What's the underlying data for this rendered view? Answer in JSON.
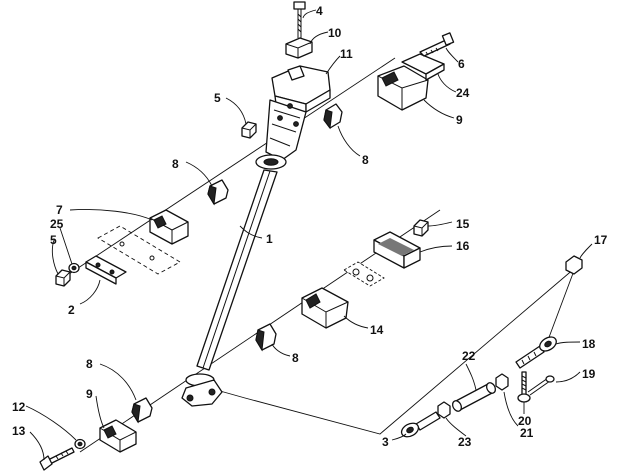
{
  "diagram": {
    "callouts": [
      {
        "id": "c-4a",
        "text": "4"
      },
      {
        "id": "c-10",
        "text": "10"
      },
      {
        "id": "c-11",
        "text": "11"
      },
      {
        "id": "c-6",
        "text": "6"
      },
      {
        "id": "c-24",
        "text": "24"
      },
      {
        "id": "c-5a",
        "text": "5"
      },
      {
        "id": "c-9a",
        "text": "9"
      },
      {
        "id": "c-8a",
        "text": "8"
      },
      {
        "id": "c-8b",
        "text": "8"
      },
      {
        "id": "c-7",
        "text": "7"
      },
      {
        "id": "c-25",
        "text": "25"
      },
      {
        "id": "c-5b",
        "text": "5"
      },
      {
        "id": "c-1",
        "text": "1"
      },
      {
        "id": "c-15",
        "text": "15"
      },
      {
        "id": "c-16",
        "text": "16"
      },
      {
        "id": "c-17",
        "text": "17"
      },
      {
        "id": "c-2",
        "text": "2"
      },
      {
        "id": "c-14",
        "text": "14"
      },
      {
        "id": "c-8c",
        "text": "8"
      },
      {
        "id": "c-8d",
        "text": "8"
      },
      {
        "id": "c-18",
        "text": "18"
      },
      {
        "id": "c-19",
        "text": "19"
      },
      {
        "id": "c-22",
        "text": "22"
      },
      {
        "id": "c-9b",
        "text": "9"
      },
      {
        "id": "c-12",
        "text": "12"
      },
      {
        "id": "c-13",
        "text": "13"
      },
      {
        "id": "c-3",
        "text": "3"
      },
      {
        "id": "c-23",
        "text": "23"
      },
      {
        "id": "c-20",
        "text": "20"
      },
      {
        "id": "c-21",
        "text": "21"
      }
    ]
  }
}
